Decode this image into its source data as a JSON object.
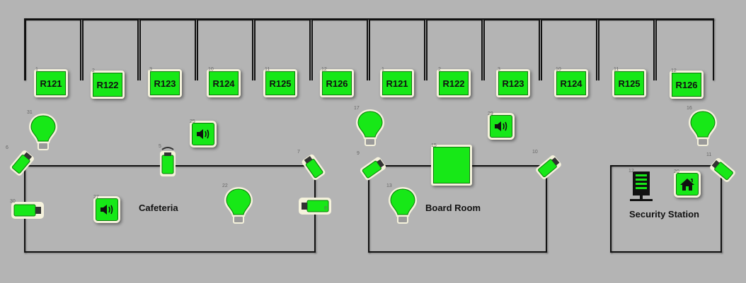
{
  "rooms_row_a": [
    {
      "num": "1",
      "label": "R121"
    },
    {
      "num": "2",
      "label": "R122"
    },
    {
      "num": "3",
      "label": "R123"
    },
    {
      "num": "10",
      "label": "R124"
    },
    {
      "num": "11",
      "label": "R125"
    },
    {
      "num": "12",
      "label": "R126"
    }
  ],
  "rooms_row_b": [
    {
      "num": "1",
      "label": "R121"
    },
    {
      "num": "2",
      "label": "R122"
    },
    {
      "num": "3",
      "label": "R123"
    },
    {
      "num": "10",
      "label": "R124"
    },
    {
      "num": "11",
      "label": "R125"
    },
    {
      "num": "12",
      "label": "R126"
    }
  ],
  "areas": {
    "cafeteria": "Cafeteria",
    "board_room": "Board Room",
    "security": "Security Station"
  },
  "devices": {
    "bulb_topleft": "31",
    "bulb_cafeteria": "22",
    "bulb_board_top": "17",
    "bulb_board_room": "13",
    "bulb_right": "16",
    "speaker_top": "25",
    "speaker_cafeteria": "27",
    "speaker_mid": "29",
    "camera_topleft": "6",
    "camera_cafeteria_left": "30",
    "camera_cafeteria_top": "5",
    "camera_cafeteria_right_top": "7",
    "camera_cafeteria_right": "8",
    "camera_board_left": "9",
    "camera_board_right": "10",
    "camera_right": "11",
    "board_panel": "15",
    "server": "12",
    "home_icon": "20"
  },
  "colors": {
    "background": "#b4b4b4",
    "device_green": "#17e817",
    "tag_bg": "#f5f2dc",
    "wall": "#111111"
  }
}
